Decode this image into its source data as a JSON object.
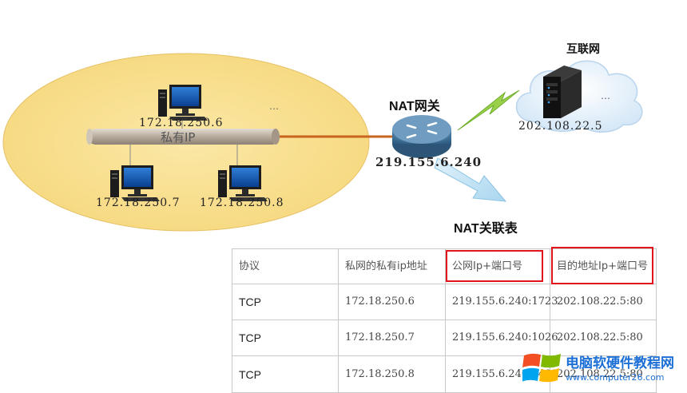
{
  "diagram": {
    "private_network_label": "私有IP",
    "hosts": [
      {
        "ip": "172.18.250.6"
      },
      {
        "ip": "172.18.250.7"
      },
      {
        "ip": "172.18.250.8"
      }
    ],
    "lan_ellipsis": "…",
    "nat_gateway_label": "NAT网关",
    "nat_gateway_ip": "219.155.6.240",
    "internet_label": "互联网",
    "internet_ellipsis": "…",
    "server_ip": "202.108.22.5",
    "nat_table_title": "NAT关联表"
  },
  "table": {
    "headers": [
      "协议",
      "私网的私有ip地址",
      "公网Ip+端口号",
      "目的地址Ip+端口号"
    ],
    "rows": [
      {
        "protocol": "TCP",
        "private_ip": "172.18.250.6",
        "public_ip_port": "219.155.6.240:1723",
        "dest_ip_port": "202.108.22.5:80"
      },
      {
        "protocol": "TCP",
        "private_ip": "172.18.250.7",
        "public_ip_port": "219.155.6.240:1026",
        "dest_ip_port": "202.108.22.5:80"
      },
      {
        "protocol": "TCP",
        "private_ip": "172.18.250.8",
        "public_ip_port": "219.155.6.240:1492",
        "dest_ip_port": "202.108.22.5:80"
      }
    ],
    "highlight_color": "#e2141b"
  },
  "watermark": {
    "site_name": "电脑软硬件教程网",
    "url": "www.computer26.com"
  }
}
